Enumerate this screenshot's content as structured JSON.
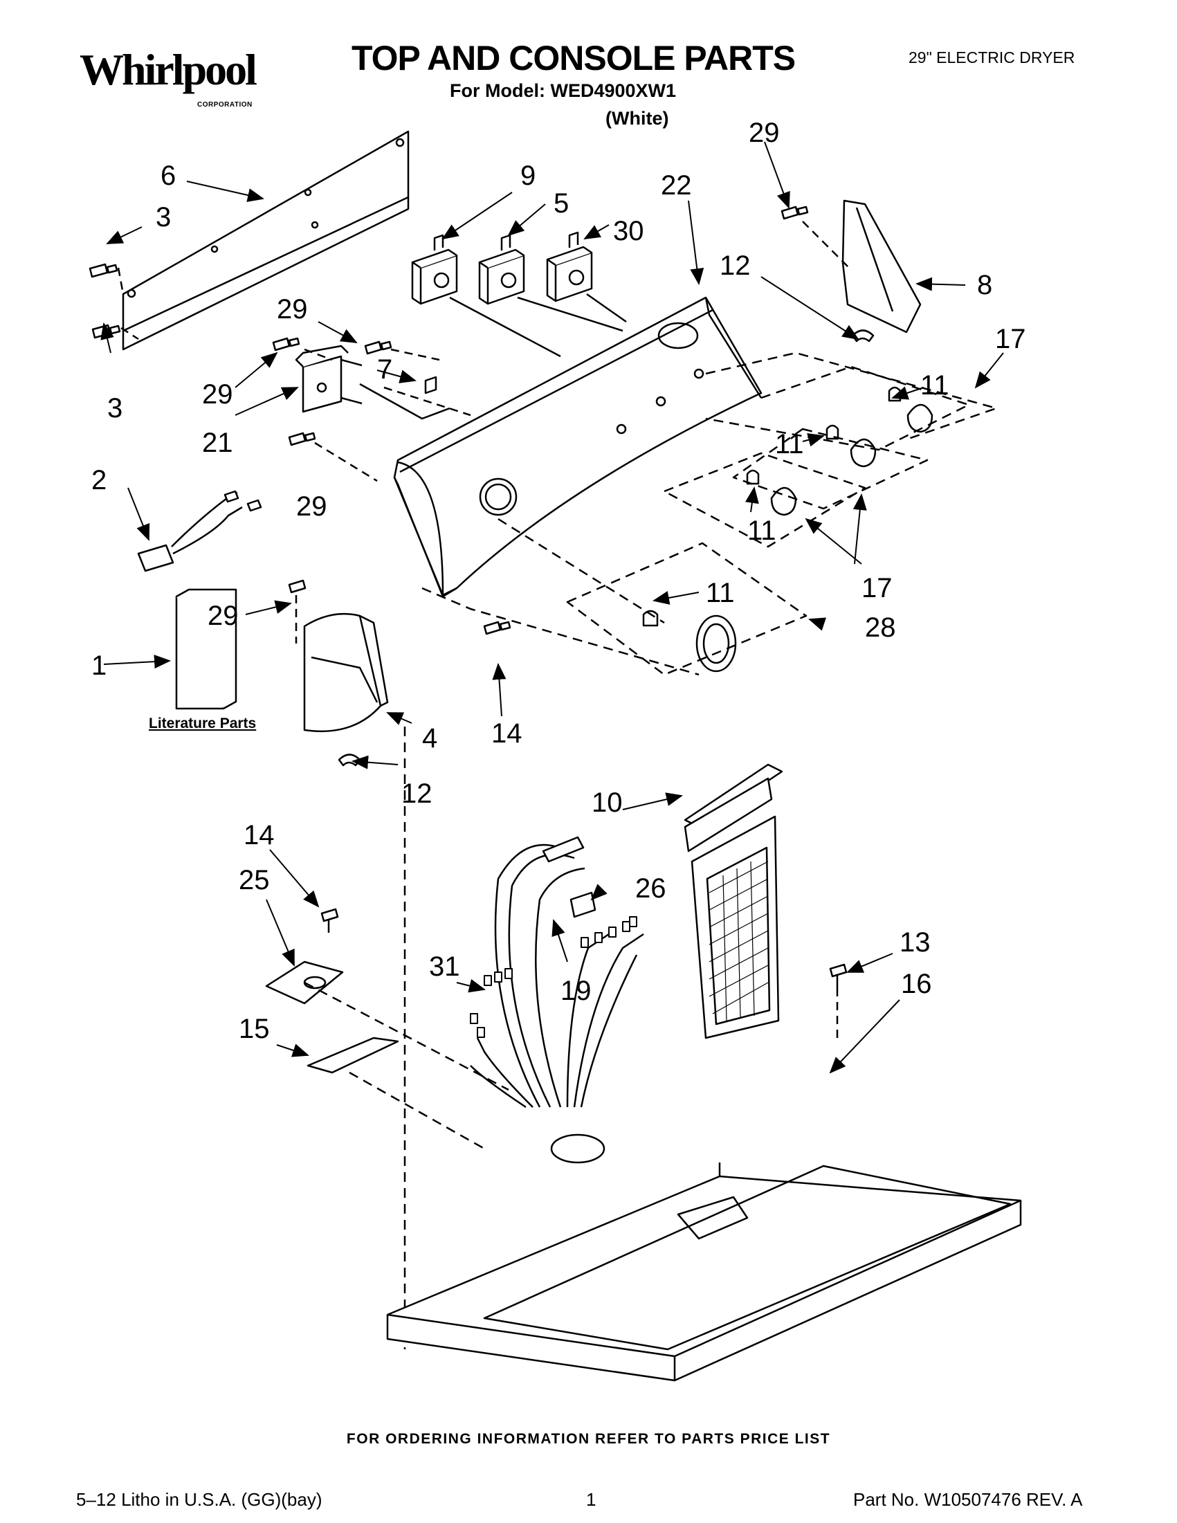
{
  "header": {
    "brand": "Whirlpool",
    "brand_sub": "CORPORATION",
    "title": "TOP AND CONSOLE PARTS",
    "model_line": "For Model: WED4900XW1",
    "color": "(White)",
    "product": "29\" ELECTRIC DRYER"
  },
  "callouts": {
    "c1": "1",
    "c2": "2",
    "c3a": "3",
    "c3b": "3",
    "c4": "4",
    "c5": "5",
    "c6": "6",
    "c7": "7",
    "c8": "8",
    "c9": "9",
    "c10": "10",
    "c11a": "11",
    "c11b": "11",
    "c11c": "11",
    "c11d": "11",
    "c12a": "12",
    "c12b": "12",
    "c13": "13",
    "c14a": "14",
    "c14b": "14",
    "c15": "15",
    "c16": "16",
    "c17a": "17",
    "c17b": "17",
    "c19": "19",
    "c21": "21",
    "c22": "22",
    "c25": "25",
    "c26": "26",
    "c28": "28",
    "c29a": "29",
    "c29b": "29",
    "c29c": "29",
    "c29d": "29",
    "c29e": "29",
    "c30": "30",
    "c31": "31"
  },
  "literature_label": "Literature Parts",
  "ordering_info": "FOR ORDERING INFORMATION REFER TO PARTS PRICE LIST",
  "footer": {
    "litho": "5–12 Litho in U.S.A. (GG)(bay)",
    "page": "1",
    "part_no": "Part No. W10507476 REV. A"
  }
}
